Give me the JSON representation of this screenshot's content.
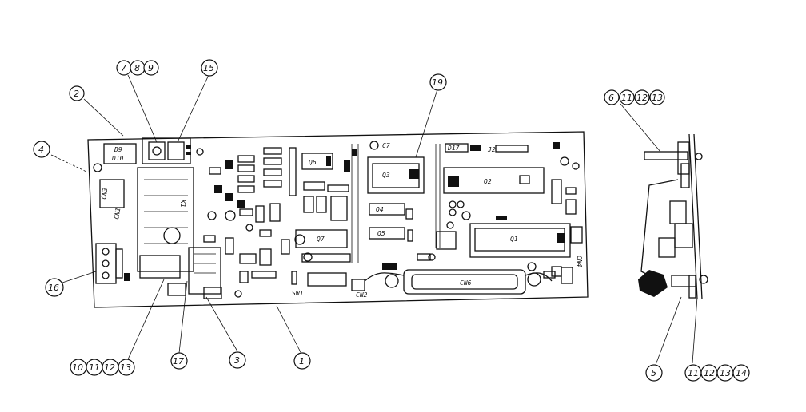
{
  "callouts": [
    {
      "id": "c1",
      "text": "1"
    },
    {
      "id": "c2",
      "text": "2"
    },
    {
      "id": "c3",
      "text": "3"
    },
    {
      "id": "c4",
      "text": "4"
    },
    {
      "id": "c5",
      "text": "5"
    },
    {
      "id": "c6",
      "text": "6"
    },
    {
      "id": "c7",
      "text": "7"
    },
    {
      "id": "c8",
      "text": "8"
    },
    {
      "id": "c9",
      "text": "9"
    },
    {
      "id": "c10",
      "text": "10"
    },
    {
      "id": "c11",
      "text": "11"
    },
    {
      "id": "c12",
      "text": "12"
    },
    {
      "id": "c13",
      "text": "13"
    },
    {
      "id": "c14",
      "text": "14"
    },
    {
      "id": "c15",
      "text": "16"
    },
    {
      "id": "c16",
      "text": "17"
    },
    {
      "id": "c17",
      "text": "15"
    },
    {
      "id": "c18",
      "text": "19"
    },
    {
      "id": "c19",
      "text": "11"
    },
    {
      "id": "c20",
      "text": "12"
    },
    {
      "id": "c21",
      "text": "13"
    },
    {
      "id": "c22",
      "text": "11"
    },
    {
      "id": "c23",
      "text": "12"
    },
    {
      "id": "c24",
      "text": "13"
    }
  ],
  "board_labels": {
    "q1": "Q1",
    "q2": "Q2",
    "q3": "Q3",
    "q4": "Q4",
    "q5": "Q5",
    "q6": "Q6",
    "q7": "Q7",
    "cn6": "CN6",
    "d9": "D9",
    "d10": "D10",
    "c7": "C7",
    "d17": "D17",
    "j2": "J2",
    "cn3": "CN3",
    "cn1": "CN1",
    "cn2": "CN2",
    "k1": "K1",
    "cn4": "CN4",
    "sw": "SW1"
  }
}
